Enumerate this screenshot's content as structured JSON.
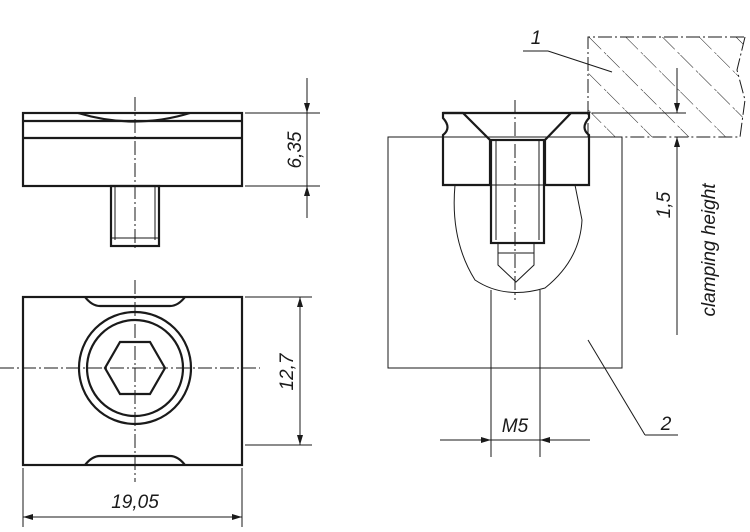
{
  "drawing": {
    "side_view": {
      "height_dim": "6,35"
    },
    "top_view": {
      "width_dim": "12,7",
      "length_dim": "19,05"
    },
    "section_view": {
      "thread_dim": "M5",
      "clamp_dim": "1,5",
      "clamp_label": "clamping height",
      "part_labels": [
        "1",
        "2"
      ]
    },
    "colors": {
      "line": "#1a1a1a",
      "background": "#ffffff"
    }
  }
}
